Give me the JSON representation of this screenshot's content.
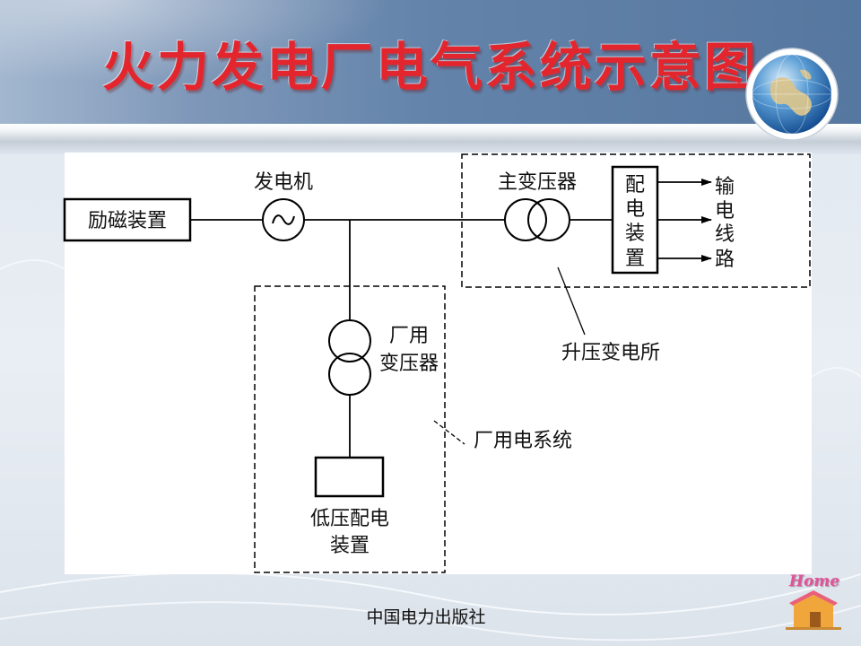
{
  "slide": {
    "title": "火力发电厂电气系统示意图",
    "footer": "中国电力出版社",
    "home_label": "Home"
  },
  "diagram": {
    "exciter_label": "励磁装置",
    "generator_label": "发电机",
    "main_transformer_label": "主变压器",
    "switchgear_chars": [
      "配",
      "电",
      "装",
      "置"
    ],
    "transmission_line_chars": [
      "输",
      "电",
      "线",
      "路"
    ],
    "substation_label": "升压变电所",
    "station_transformer_label": [
      "厂用",
      "变压器"
    ],
    "station_system_label": "厂用电系统",
    "lv_switchgear_label": [
      "低压配电",
      "装置"
    ]
  },
  "icons": {
    "logo": "globe-icon",
    "home": "home-icon",
    "generator_symbol": "sine-wave-icon"
  },
  "colors": {
    "title": "#e3262e",
    "header": "#5f7fa7",
    "diagram_line": "#000000",
    "home_text": "#e0559a",
    "house": "#f0a63a"
  }
}
